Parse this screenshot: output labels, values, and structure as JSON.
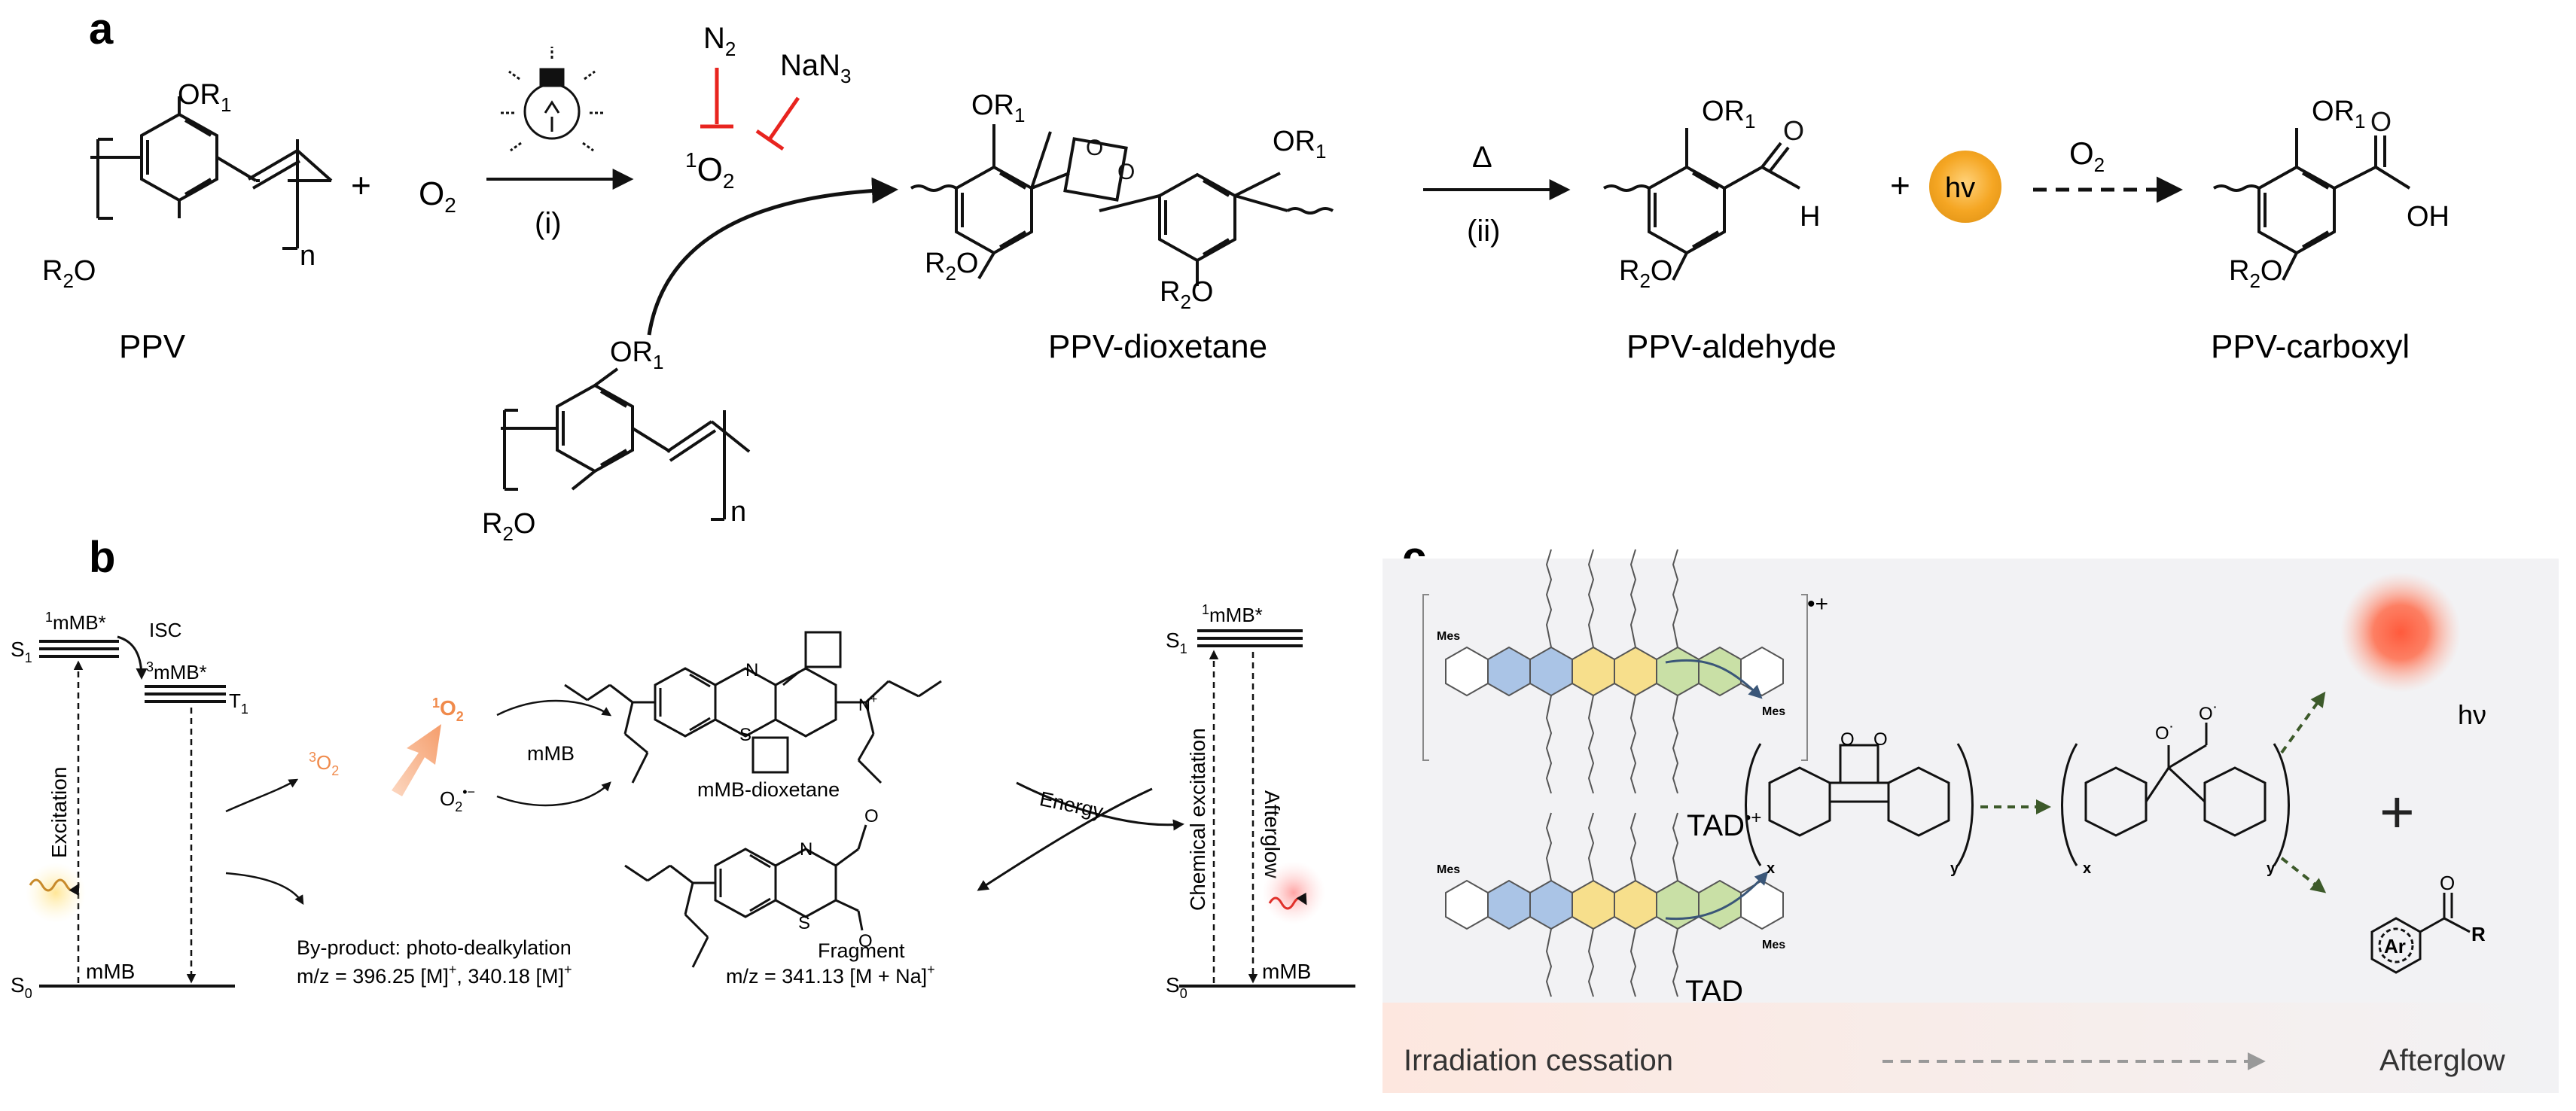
{
  "panel_a": {
    "label": "a",
    "ppv": {
      "name": "PPV",
      "or1": "OR",
      "or1_sub": "1",
      "r2o": "R",
      "r2o_sub": "2",
      "r2o_end": "O",
      "n": "n"
    },
    "plus": "+",
    "o2": "O",
    "o2_sub": "2",
    "step_i": "(i)",
    "n2": "N",
    "n2_sub": "2",
    "nan3": "NaN",
    "nan3_sub": "3",
    "singlet_o2_sup": "1",
    "singlet_o2": "O",
    "singlet_o2_sub": "2",
    "dioxetane": {
      "name": "PPV-dioxetane",
      "or1": "OR",
      "or1_sub": "1",
      "r2o": "R",
      "r2o_sub": "2",
      "r2o_end": "O"
    },
    "delta": "Δ",
    "step_ii": "(ii)",
    "aldehyde": {
      "name": "PPV-aldehyde",
      "h": "H"
    },
    "plus2": "+",
    "hv": "hv",
    "o2_b": "O",
    "o2_b_sub": "2",
    "carboxyl": {
      "name": "PPV-carboxyl",
      "oh": "OH"
    },
    "ppv2": {
      "or1": "OR",
      "or1_sub": "1",
      "r2o": "R",
      "r2o_sub": "2",
      "r2o_end": "O",
      "n": "n"
    }
  },
  "panel_b": {
    "label": "b",
    "s1_left": "S",
    "s1_left_sub": "1",
    "t1": "T",
    "t1_sub": "1",
    "s0_left": "S",
    "s0_left_sub": "0",
    "mmb_star_1_sup": "1",
    "mmb_star_1": "mMB*",
    "isc": "ISC",
    "mmb_star_3_sup": "3",
    "mmb_star_3": "mMB*",
    "excitation": "Excitation",
    "mmb_ground": "mMB",
    "o2_triplet_sup": "3",
    "o2_triplet": "O",
    "o2_triplet_sub": "2",
    "o2_singlet_sup": "1",
    "o2_singlet": "O",
    "o2_singlet_sub": "2",
    "superoxide": "O",
    "superoxide_sub": "2",
    "superoxide_sup": "•−",
    "mmb_label": "mMB",
    "mmb_dioxetane": "mMB-dioxetane",
    "byproduct_line1": "By-product: photo-dealkylation",
    "byproduct_line2": "m/z = 396.25 [M]",
    "byproduct_sup1": "+",
    "byproduct_mid": ", 340.18 [M]",
    "byproduct_sup2": "+",
    "fragment": "Fragment",
    "fragment_mz": "m/z = 341.13 [M + Na]",
    "fragment_sup": "+",
    "energy": "Energy",
    "chem_excitation": "Chemical excitation",
    "afterglow": "Afterglow",
    "s1_right": "S",
    "s1_right_sub": "1",
    "s0_right": "S",
    "s0_right_sub": "0",
    "mmb_star_r_sup": "1",
    "mmb_star_r": "mMB*",
    "mmb_ground_r": "mMB",
    "atom_n": "N",
    "atom_s": "S",
    "atom_o": "O",
    "n_plus": "+"
  },
  "panel_c": {
    "label": "c",
    "tad_radical": "TAD",
    "tad_radical_sup": "•+",
    "radical_charge": "•+",
    "tad": "TAD",
    "mes": "Mes",
    "x": "x",
    "y": "y",
    "hv": "hν",
    "plus": "+",
    "ar": "Ar",
    "r": "R",
    "irradiation": "Irradiation cessation",
    "afterglow": "Afterglow"
  },
  "colors": {
    "red_inhibit": "#e8241f",
    "hv_ball": "#f5a623",
    "orange_o2": "#f08a4b",
    "afterglow_red": "#ff5a3c",
    "panel_c_bg": "#f2f2f4",
    "blue_ring": "#aac4e6",
    "yellow_ring": "#f7df8c",
    "green_ring": "#c9e0a6",
    "dark_green_arrow": "#3d5a2a",
    "navy_arrow": "#3a5678"
  }
}
